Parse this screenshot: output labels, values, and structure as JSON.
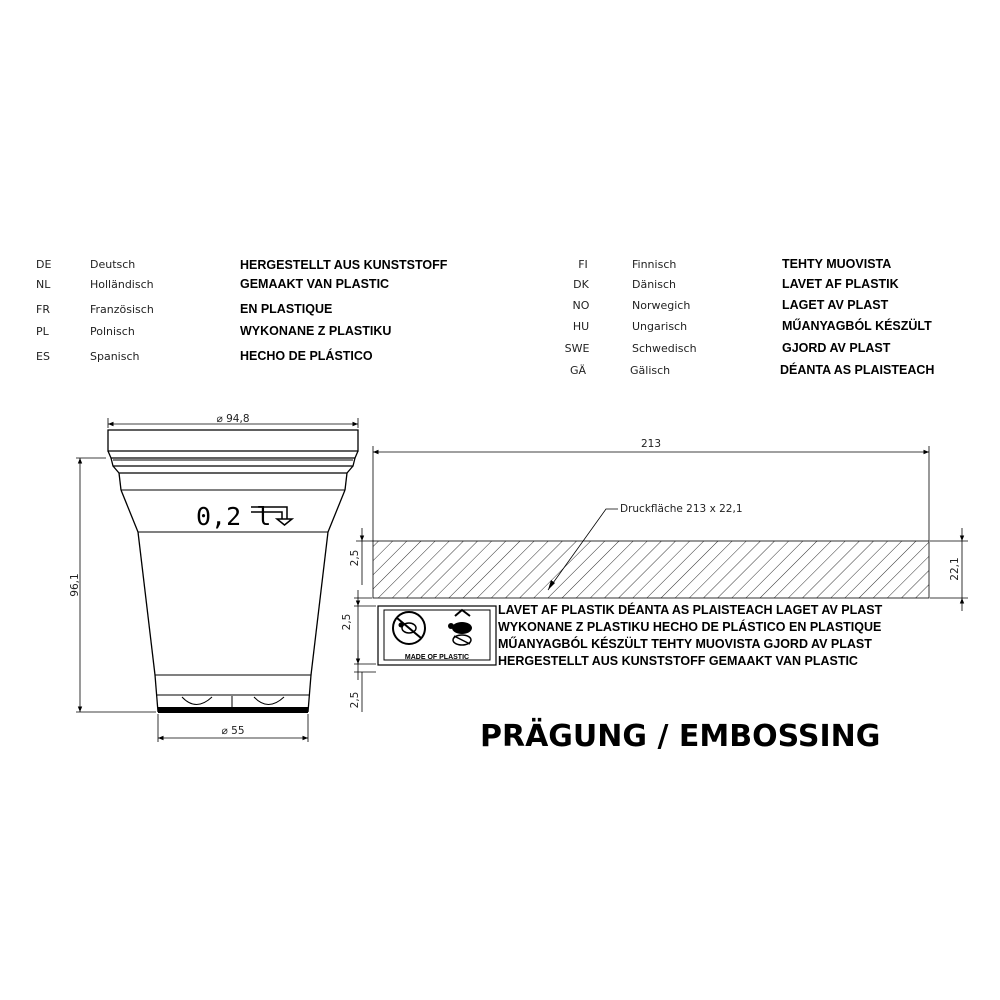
{
  "languages_left": [
    {
      "code": "DE",
      "language": "Deutsch",
      "text": "HERGESTELLT AUS KUNSTSTOFF"
    },
    {
      "code": "NL",
      "language": "Holländisch",
      "text": "GEMAAKT VAN PLASTIC"
    },
    {
      "code": "FR",
      "language": "Französisch",
      "text": "EN PLASTIQUE"
    },
    {
      "code": "PL",
      "language": "Polnisch",
      "text": "WYKONANE Z PLASTIKU"
    },
    {
      "code": "ES",
      "language": "Spanisch",
      "text": "HECHO DE PLÁSTICO"
    }
  ],
  "languages_right": [
    {
      "code": "FI",
      "language": "Finnisch",
      "text": "TEHTY MUOVISTA"
    },
    {
      "code": "DK",
      "language": "Dänisch",
      "text": "LAVET AF PLASTIK"
    },
    {
      "code": "NO",
      "language": "Norwegich",
      "text": "LAGET AV PLAST"
    },
    {
      "code": "HU",
      "language": "Ungarisch",
      "text": "MŰANYAGBÓL KÉSZÜLT"
    },
    {
      "code": "SWE",
      "language": "Schwedisch",
      "text": "GJORD AV PLAST"
    },
    {
      "code": "GÄ",
      "language": "Gälisch",
      "text": "DÉANTA AS PLAISTEACH"
    }
  ],
  "cup": {
    "volume_label": "0,2 l",
    "top_diameter": "⌀ 94,8",
    "bottom_diameter": "⌀ 55",
    "height": "96,1"
  },
  "dimensions": {
    "print_width": "213",
    "print_height": "22,1",
    "gap_top": "2,5",
    "gap_middle": "2,5",
    "gap_bottom": "2,5",
    "print_area_note": "Druckfläche 213 x 22,1"
  },
  "embossing_strip": {
    "badge_label": "MADE OF PLASTIC",
    "lines": [
      "LAVET AF PLASTIK  DÉANTA AS PLAISTEACH   LAGET AV PLAST",
      "WYKONANE Z PLASTIKU  HECHO DE PLÁSTICO   EN PLASTIQUE",
      "MŰANYAGBÓL KÉSZÜLT  TEHTY MUOVISTA   GJORD AV PLAST",
      "HERGESTELLT AUS KUNSTSTOFF   GEMAAKT VAN PLASTIC"
    ]
  },
  "heading": "PRÄGUNG / EMBOSSING",
  "icons": [
    "no-fishing-turtle-icon",
    "turtle-plastic-icon",
    "arrow-bent-icon",
    "diameter-symbol"
  ],
  "colors": {
    "line": "#000000",
    "background": "#ffffff"
  }
}
